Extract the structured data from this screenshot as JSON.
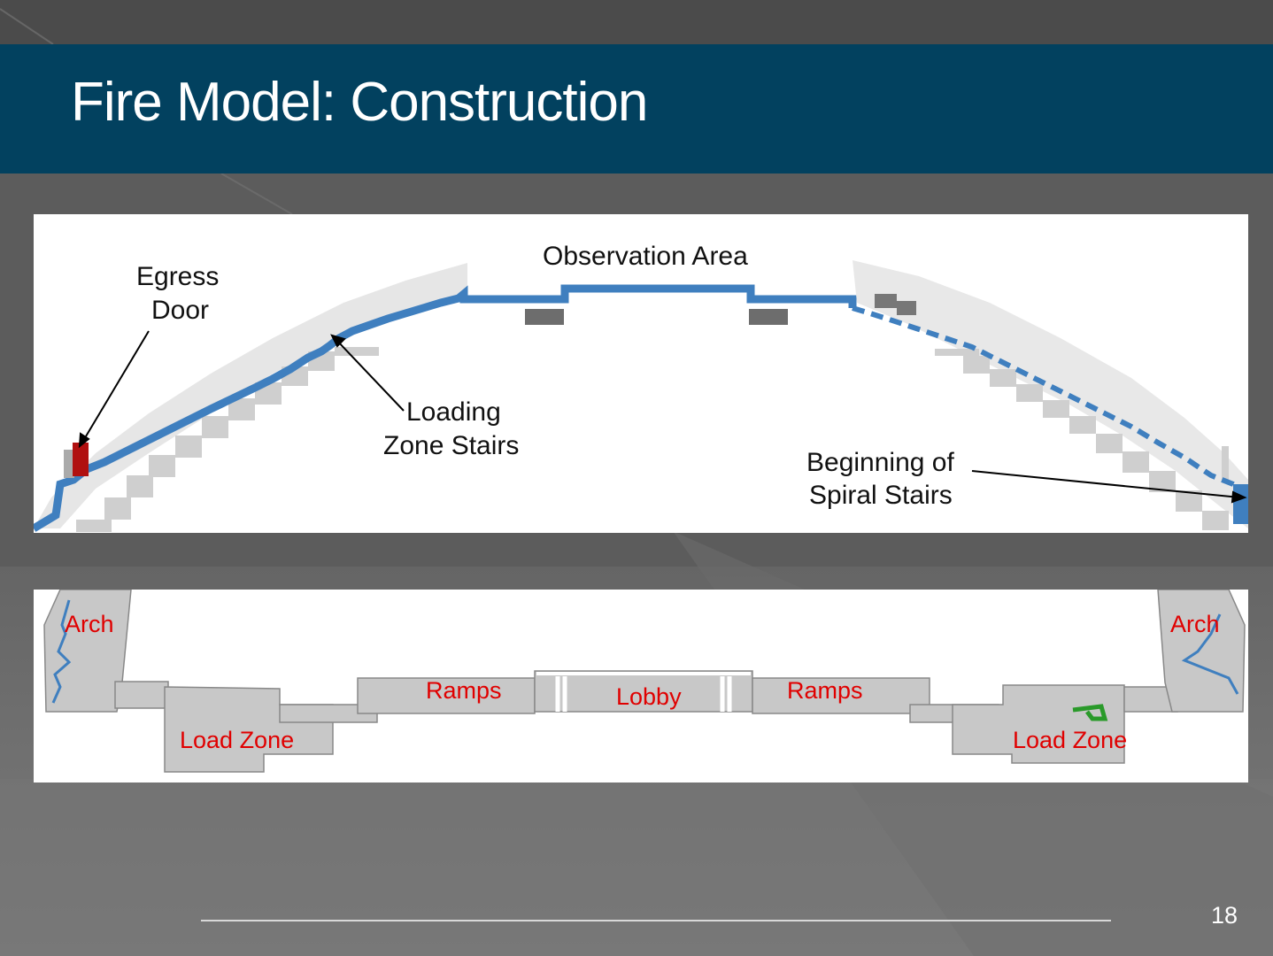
{
  "slide": {
    "title": "Fire Model: Construction",
    "page_number": "18"
  },
  "top_panel": {
    "labels": {
      "egress_line1": "Egress",
      "egress_line2": "Door",
      "observation": "Observation Area",
      "loading_line1": "Loading",
      "loading_line2": "Zone Stairs",
      "beginning_line1": "Beginning  of",
      "beginning_line2": "Spiral Stairs"
    }
  },
  "bottom_panel": {
    "labels": {
      "arch_left": "Arch",
      "arch_right": "Arch",
      "ramps_left": "Ramps",
      "ramps_right": "Ramps",
      "lobby": "Lobby",
      "load_zone_left": "Load Zone",
      "load_zone_right": "Load Zone"
    }
  },
  "colors": {
    "title_bar": "#02415f",
    "stair_blue": "#3f7fbf",
    "egress_red": "#b01010",
    "label_red": "#e00000"
  }
}
